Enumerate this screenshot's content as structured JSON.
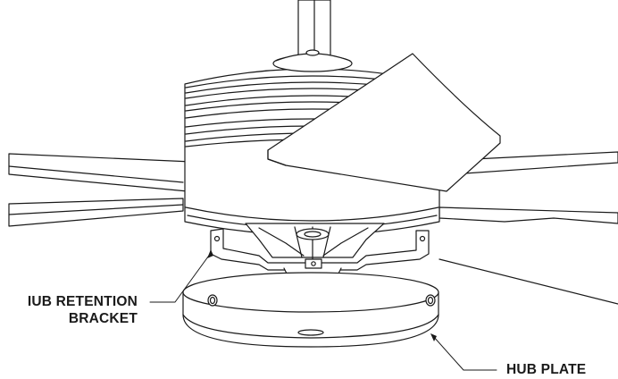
{
  "labels": {
    "hub_retention_line1": "IUB RETENTION",
    "hub_retention_line2": "BRACKET",
    "hub_plate": "HUB PLATE"
  },
  "colors": {
    "stroke": "#1a1a1a",
    "fill": "#ffffff"
  }
}
